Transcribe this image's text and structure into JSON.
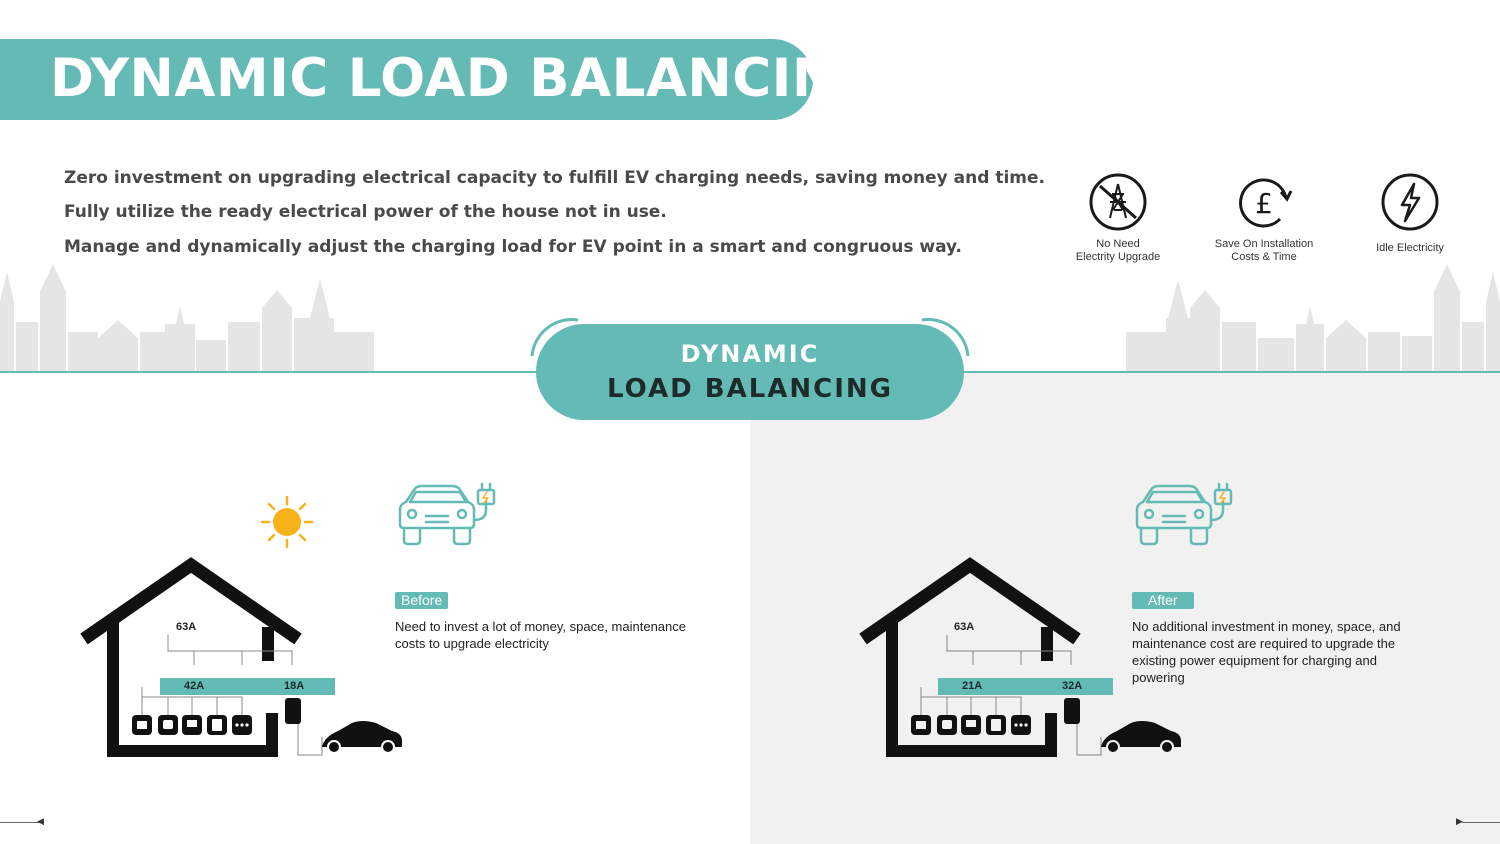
{
  "header": {
    "title": "DYNAMIC LOAD BALANCING"
  },
  "intro": {
    "lines": [
      "Zero investment on upgrading electrical capacity to fulfill EV charging needs, saving money and time.",
      "Fully utilize the ready electrical power of the house not in use.",
      "Manage and dynamically adjust the charging load for EV point in a smart and congruous way."
    ]
  },
  "benefits": [
    {
      "icon": "no-power-tower-icon",
      "label": "No Need\nElectrity Upgrade"
    },
    {
      "icon": "pound-cycle-icon",
      "label": "Save On Installation\nCosts & Time"
    },
    {
      "icon": "lightning-icon",
      "label": "Idle Electricity"
    }
  ],
  "badge": {
    "line1": "DYNAMIC",
    "line2": "LOAD BALANCING"
  },
  "before": {
    "tag": "Before",
    "description": "Need to invest a lot of money, space, maintenance costs to upgrade electricity",
    "time_icon": "sun-icon",
    "main_amp": "63A",
    "house_amp": "42A",
    "charger_amp": "18A"
  },
  "after": {
    "tag": "After",
    "description": "No additional investment in money, space, and maintenance cost are required to upgrade the existing power equipment for charging and powering",
    "time_icon": "moon-icon",
    "main_amp": "63A",
    "house_amp": "21A",
    "charger_amp": "32A"
  },
  "colors": {
    "teal": "#64bab4",
    "sun": "#f7b21a",
    "moon": "#f0b21a",
    "panel": "#f1f1f1"
  }
}
